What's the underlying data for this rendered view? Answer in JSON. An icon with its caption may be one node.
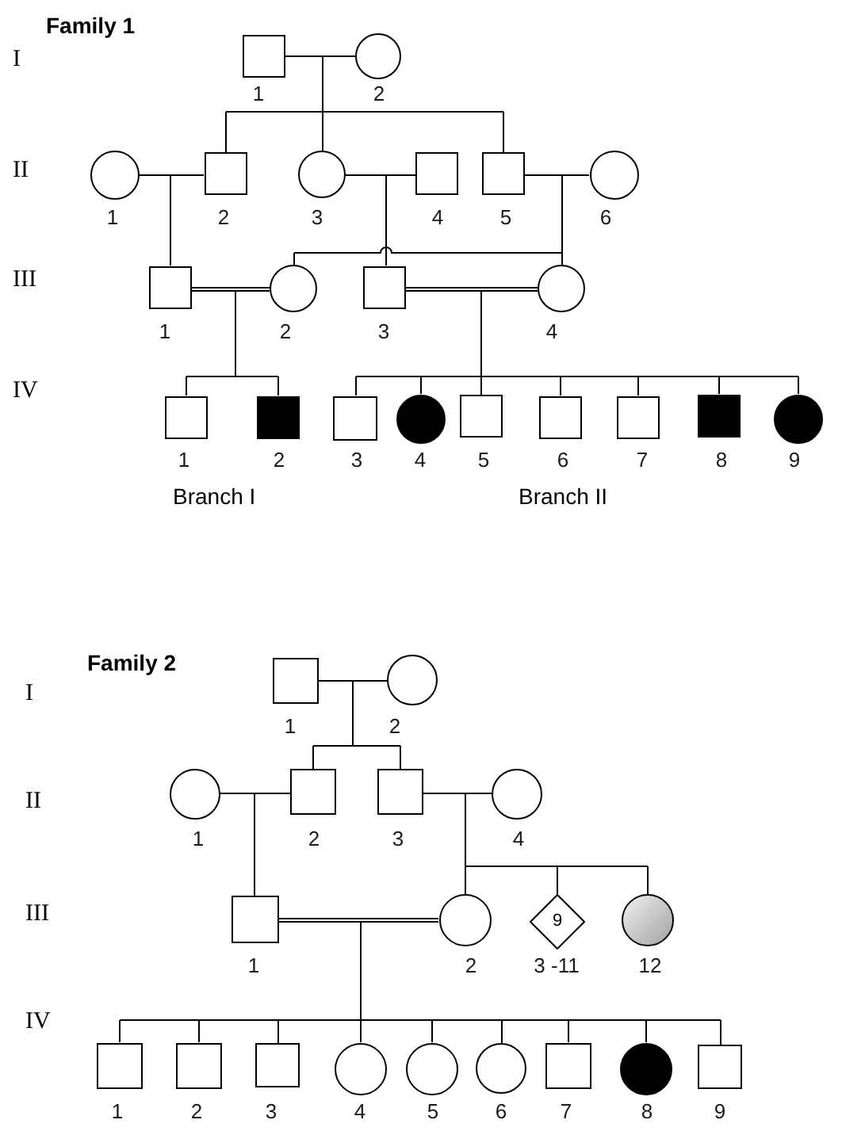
{
  "diagram": {
    "nodes": [
      {
        "text": [],
        "shape": "box",
        "beside": [
          "1"
        ]
      },
      {
        "text": [],
        "shape": "circle",
        "beside": [
          "2"
        ]
      },
      {
        "text": [],
        "shape": "circle",
        "beside": [
          "1"
        ]
      },
      {
        "text": [],
        "shape": "box",
        "beside": [
          "2"
        ]
      },
      {
        "text": [],
        "shape": "circle",
        "beside": [
          "3"
        ]
      },
      {
        "text": [],
        "shape": "box",
        "beside": [
          "4"
        ]
      },
      {
        "text": [],
        "shape": "box",
        "beside": [
          "5"
        ]
      },
      {
        "text": [],
        "shape": "circle",
        "beside": [
          "6"
        ]
      },
      {
        "text": [],
        "shape": "box",
        "beside": [
          "1"
        ]
      },
      {
        "text": [],
        "shape": "circle",
        "beside": [
          "2"
        ]
      },
      {
        "text": [],
        "shape": "box",
        "beside": [
          "3"
        ]
      },
      {
        "text": [],
        "shape": "circle",
        "beside": [
          "4"
        ]
      },
      {
        "text": [],
        "shape": "box",
        "beside": [
          "1"
        ]
      },
      {
        "text": [],
        "shape": "block",
        "beside": [
          "2"
        ]
      },
      {
        "text": [],
        "shape": "box",
        "beside": [
          "3"
        ]
      },
      {
        "text": [],
        "shape": "disc",
        "beside": [
          "4"
        ]
      },
      {
        "text": [],
        "shape": "box",
        "beside": [
          "5"
        ]
      },
      {
        "text": [],
        "shape": "box",
        "beside": [
          "6"
        ]
      },
      {
        "text": [],
        "shape": "box",
        "beside": [
          "7"
        ]
      },
      {
        "text": [],
        "shape": "block",
        "beside": [
          "8"
        ]
      },
      {
        "text": [],
        "shape": "disc",
        "beside": [
          "9"
        ]
      },
      {
        "text": [],
        "shape": "box",
        "beside": [
          "1"
        ]
      },
      {
        "text": [],
        "shape": "circle",
        "beside": [
          "2"
        ]
      },
      {
        "text": [],
        "shape": "circle",
        "beside": [
          "1"
        ]
      },
      {
        "text": [],
        "shape": "box",
        "beside": [
          "2"
        ]
      },
      {
        "text": [],
        "shape": "box",
        "beside": [
          "3"
        ]
      },
      {
        "text": [],
        "shape": "circle",
        "beside": [
          "4"
        ]
      },
      {
        "text": [],
        "shape": "box",
        "beside": [
          "1"
        ]
      },
      {
        "text": [],
        "shape": "circle",
        "beside": [
          "2"
        ]
      },
      {
        "text": [
          "9"
        ],
        "beside": [
          "3 -11"
        ]
      },
      {
        "text": [],
        "shape": "sphere",
        "beside": [
          "12"
        ]
      },
      {
        "text": [],
        "shape": "box",
        "beside": [
          "1"
        ]
      },
      {
        "text": [],
        "shape": "box",
        "beside": [
          "2"
        ]
      },
      {
        "text": [],
        "shape": "box",
        "beside": [
          "3"
        ]
      },
      {
        "text": [],
        "shape": "circle",
        "beside": [
          "4"
        ]
      },
      {
        "text": [],
        "shape": "circle",
        "beside": [
          "5"
        ]
      },
      {
        "text": [],
        "shape": "circle",
        "beside": [
          "6"
        ]
      },
      {
        "text": [],
        "shape": "box",
        "beside": [
          "7"
        ]
      },
      {
        "text": [],
        "shape": "disc",
        "beside": [
          "8"
        ]
      },
      {
        "text": [],
        "shape": "box",
        "beside": [
          "9"
        ]
      }
    ],
    "edges": [
      {
        "from": 0,
        "to": 1,
        "arrow": "none"
      },
      {
        "from": 0,
        "to": 3,
        "arrow": "none"
      },
      {
        "from": 1,
        "to": 3,
        "arrow": "none"
      },
      {
        "from": 0,
        "to": 4,
        "arrow": "none"
      },
      {
        "from": 1,
        "to": 4,
        "arrow": "none"
      },
      {
        "from": 0,
        "to": 6,
        "arrow": "none"
      },
      {
        "from": 1,
        "to": 6,
        "arrow": "none"
      },
      {
        "from": 2,
        "to": 3,
        "arrow": "none"
      },
      {
        "from": 2,
        "to": 8,
        "arrow": "none"
      },
      {
        "from": 3,
        "to": 8,
        "arrow": "none"
      },
      {
        "from": 4,
        "to": 5,
        "arrow": "none"
      },
      {
        "from": 4,
        "to": 10,
        "arrow": "none"
      },
      {
        "from": 5,
        "to": 10,
        "arrow": "none"
      },
      {
        "from": 6,
        "to": 7,
        "arrow": "none"
      },
      {
        "from": 6,
        "to": 9,
        "arrow": "none"
      },
      {
        "from": 7,
        "to": 9,
        "arrow": "none"
      },
      {
        "from": 6,
        "to": 11,
        "arrow": "none"
      },
      {
        "from": 7,
        "to": 11,
        "arrow": "none"
      },
      {
        "from": 8,
        "to": 9,
        "arrow": "none",
        "style": "thick"
      },
      {
        "from": 8,
        "to": 12,
        "arrow": "none"
      },
      {
        "from": 9,
        "to": 12,
        "arrow": "none"
      },
      {
        "from": 8,
        "to": 13,
        "arrow": "none"
      },
      {
        "from": 9,
        "to": 13,
        "arrow": "none"
      },
      {
        "from": 10,
        "to": 11,
        "arrow": "none",
        "style": "thick"
      },
      {
        "from": 10,
        "to": 14,
        "arrow": "none"
      },
      {
        "from": 11,
        "to": 14,
        "arrow": "none"
      },
      {
        "from": 10,
        "to": 15,
        "arrow": "none"
      },
      {
        "from": 11,
        "to": 15,
        "arrow": "none"
      },
      {
        "from": 10,
        "to": 16,
        "arrow": "none"
      },
      {
        "from": 11,
        "to": 16,
        "arrow": "none"
      },
      {
        "from": 10,
        "to": 17,
        "arrow": "none"
      },
      {
        "from": 11,
        "to": 17,
        "arrow": "none"
      },
      {
        "from": 10,
        "to": 18,
        "arrow": "none"
      },
      {
        "from": 11,
        "to": 18,
        "arrow": "none"
      },
      {
        "from": 10,
        "to": 19,
        "arrow": "none"
      },
      {
        "from": 11,
        "to": 19,
        "arrow": "none"
      },
      {
        "from": 10,
        "to": 20,
        "arrow": "none"
      },
      {
        "from": 11,
        "to": 20,
        "arrow": "none"
      },
      {
        "from": 21,
        "to": 22,
        "arrow": "none"
      },
      {
        "from": 21,
        "to": 24,
        "arrow": "none"
      },
      {
        "from": 22,
        "to": 24,
        "arrow": "none"
      },
      {
        "from": 21,
        "to": 25,
        "arrow": "none"
      },
      {
        "from": 22,
        "to": 25,
        "arrow": "none"
      },
      {
        "from": 23,
        "to": 24,
        "arrow": "none"
      },
      {
        "from": 23,
        "to": 27,
        "arrow": "none"
      },
      {
        "from": 24,
        "to": 27,
        "arrow": "none"
      },
      {
        "from": 25,
        "to": 26,
        "arrow": "none"
      },
      {
        "from": 25,
        "to": 28,
        "arrow": "none"
      },
      {
        "from": 26,
        "to": 28,
        "arrow": "none"
      },
      {
        "from": 25,
        "to": 29,
        "arrow": "none"
      },
      {
        "from": 26,
        "to": 29,
        "arrow": "none"
      },
      {
        "from": 25,
        "to": 30,
        "arrow": "none"
      },
      {
        "from": 26,
        "to": 30,
        "arrow": "none"
      },
      {
        "from": 27,
        "to": 28,
        "arrow": "none",
        "style": "thick"
      },
      {
        "from": 27,
        "to": 31,
        "arrow": "none"
      },
      {
        "from": 28,
        "to": 31,
        "arrow": "none"
      },
      {
        "from": 27,
        "to": 32,
        "arrow": "none"
      },
      {
        "from": 28,
        "to": 32,
        "arrow": "none"
      },
      {
        "from": 27,
        "to": 33,
        "arrow": "none"
      },
      {
        "from": 28,
        "to": 33,
        "arrow": "none"
      },
      {
        "from": 27,
        "to": 34,
        "arrow": "none"
      },
      {
        "from": 28,
        "to": 34,
        "arrow": "none"
      },
      {
        "from": 27,
        "to": 35,
        "arrow": "none"
      },
      {
        "from": 28,
        "to": 35,
        "arrow": "none"
      },
      {
        "from": 27,
        "to": 36,
        "arrow": "none"
      },
      {
        "from": 28,
        "to": 36,
        "arrow": "none"
      },
      {
        "from": 27,
        "to": 37,
        "arrow": "none"
      },
      {
        "from": 28,
        "to": 37,
        "arrow": "none"
      },
      {
        "from": 27,
        "to": 38,
        "arrow": "none"
      },
      {
        "from": 28,
        "to": 38,
        "arrow": "none"
      },
      {
        "from": 27,
        "to": 39,
        "arrow": "none"
      },
      {
        "from": 28,
        "to": 39,
        "arrow": "none"
      }
    ],
    "labels": [
      "Family 1",
      "I",
      "II",
      "III",
      "IV",
      "Branch I",
      "Branch II",
      "Family 2",
      "I",
      "II",
      "III",
      "IV"
    ]
  }
}
